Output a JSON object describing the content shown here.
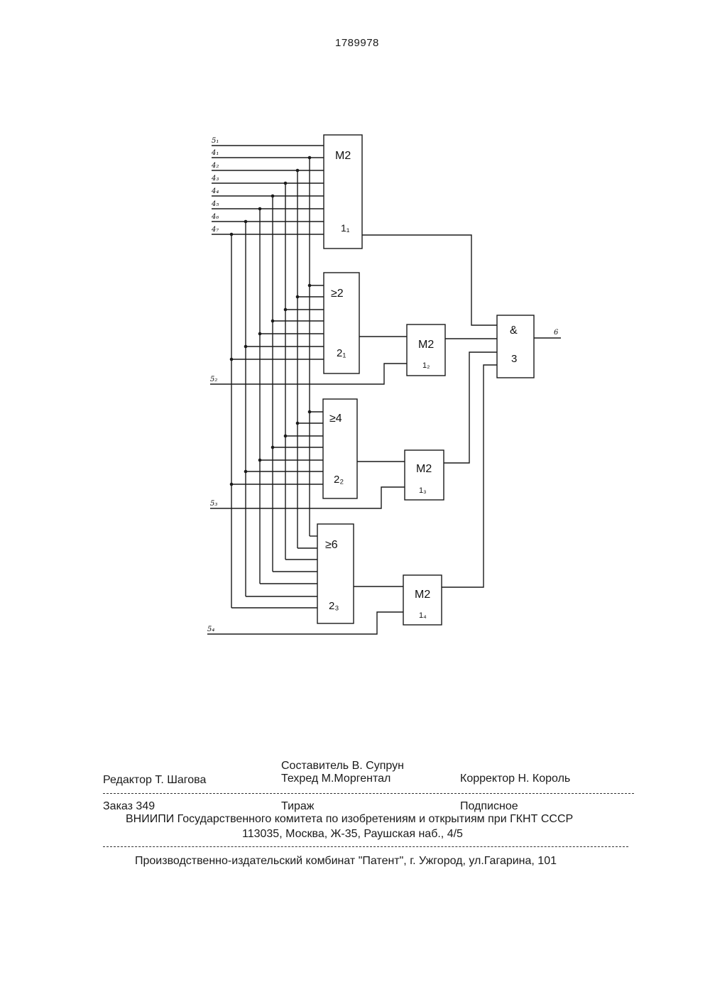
{
  "header": {
    "patent_number": "1789978"
  },
  "diagram": {
    "inputs": [
      "5₁",
      "4₁",
      "4₂",
      "4₃",
      "4₄",
      "4₅",
      "4₆",
      "4₇",
      "5₂",
      "5₃",
      "5₄"
    ],
    "output_label": "6",
    "blocks": {
      "m2_1": {
        "op": "M2",
        "ref": "1₁"
      },
      "cmp_2": {
        "op": "≥2",
        "ref": "2₁"
      },
      "cmp_4": {
        "op": "≥4",
        "ref": "2₂"
      },
      "cmp_6": {
        "op": "≥6",
        "ref": "2₃"
      },
      "m2_2": {
        "op": "M2",
        "ref": "1₂"
      },
      "m2_3": {
        "op": "M2",
        "ref": "1₃"
      },
      "m2_4": {
        "op": "M2",
        "ref": "1₄"
      },
      "and_3": {
        "op": "&",
        "ref": "3"
      }
    }
  },
  "colophon": {
    "editor": "Редактор Т. Шагова",
    "compiler": "Составитель В. Супрун",
    "techred": "Техред М.Моргентал",
    "corrector": "Корректор Н. Король",
    "order": "Заказ 349",
    "circulation": "Тираж",
    "subscription": "Подписное",
    "publisher_line": "ВНИИПИ Государственного комитета по изобретениям и открытиям при ГКНТ СССР",
    "address": "113035, Москва, Ж-35, Раушская наб., 4/5",
    "printer": "Производственно-издательский комбинат \"Патент\", г. Ужгород, ул.Гагарина, 101"
  }
}
